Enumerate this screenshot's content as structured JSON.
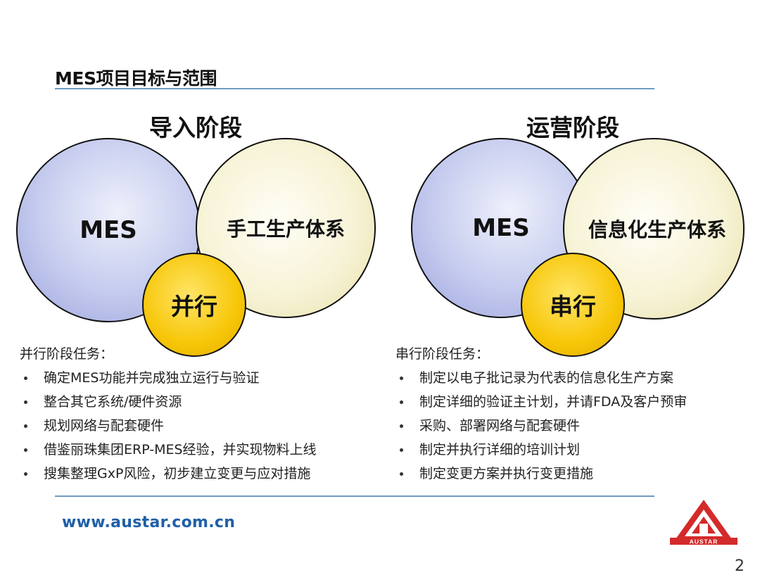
{
  "slide": {
    "title": "MES项目目标与范围",
    "website": "www.austar.com.cn",
    "page_number": "2",
    "logo_text": "AUSTAR"
  },
  "left": {
    "stage_title": "导入阶段",
    "circle_mes": "MES",
    "circle_system": "手工生产体系",
    "circle_mode": "并行",
    "tasks_heading": "并行阶段任务：",
    "tasks": [
      "确定MES功能并完成独立运行与验证",
      "整合其它系统/硬件资源",
      "规划网络与配套硬件",
      "借鉴丽珠集团ERP-MES经验，并实现物料上线",
      "搜集整理GxP风险，初步建立变更与应对措施"
    ]
  },
  "right": {
    "stage_title": "运营阶段",
    "circle_mes": "MES",
    "circle_system": "信息化生产体系",
    "circle_mode": "串行",
    "tasks_heading": "串行阶段任务：",
    "tasks": [
      "制定以电子批记录为代表的信息化生产方案",
      "制定详细的验证主计划，并请FDA及客户预审",
      "采购、部署网络与配套硬件",
      "制定并执行详细的培训计划",
      "制定变更方案并执行变更措施"
    ]
  },
  "colors": {
    "accent_line": "#6f9bc3",
    "website": "#1f5fa8",
    "mes_circle": "#c5cbee",
    "system_circle": "#f7f3d7",
    "mode_circle": "#f7c608",
    "logo_red": "#d42a2a"
  }
}
